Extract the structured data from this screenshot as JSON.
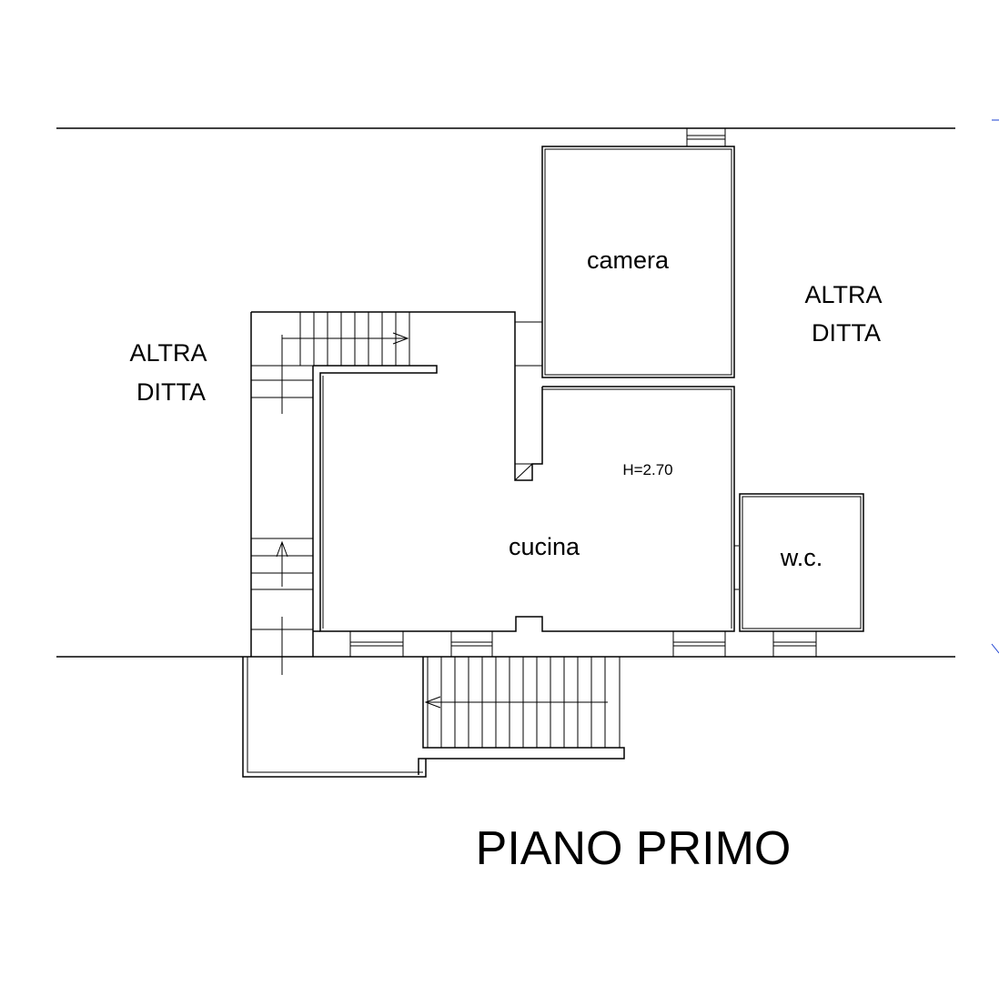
{
  "floor_plan": {
    "title": "PIANO PRIMO",
    "rooms": {
      "camera": "camera",
      "cucina": "cucina",
      "wc": "w.c."
    },
    "ceiling_height": "H=2.70",
    "neighbours": {
      "left": [
        "ALTRA",
        "DITTA"
      ],
      "right": [
        "ALTRA",
        "DITTA"
      ]
    },
    "colors": {
      "lines": "#000000",
      "background": "#ffffff",
      "margin_marks": "#1a3fd1"
    }
  }
}
